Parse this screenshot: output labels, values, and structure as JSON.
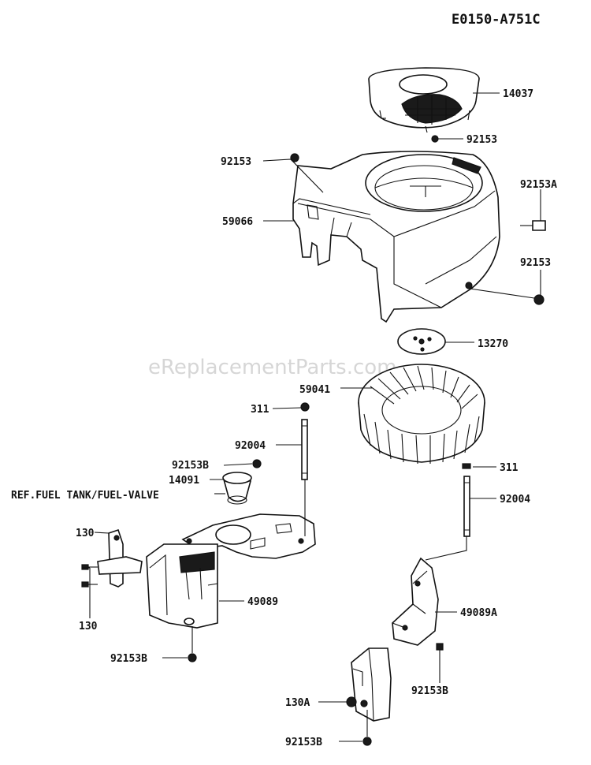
{
  "diagram": {
    "code": "E0150-A751C",
    "watermark": "eReplacementParts.com",
    "labels": {
      "p14037": "14037",
      "p92153_top": "92153",
      "p92153_left": "92153",
      "p92153A": "92153A",
      "p59066": "59066",
      "p92153_right": "92153",
      "p13270": "13270",
      "p59041": "59041",
      "p311_upper": "311",
      "p92004_upper": "92004",
      "p92153B_upper": "92153B",
      "p14091": "14091",
      "ref_fuel": "REF.FUEL TANK/FUEL-VALVE",
      "p130_upper": "130",
      "p130_lower": "130",
      "p49089": "49089",
      "p92153B_lower_left": "92153B",
      "p311_lower": "311",
      "p92004_lower": "92004",
      "p49089A": "49089A",
      "p92153B_lower_right": "92153B",
      "p130A": "130A",
      "p92153B_bottom": "92153B"
    }
  }
}
